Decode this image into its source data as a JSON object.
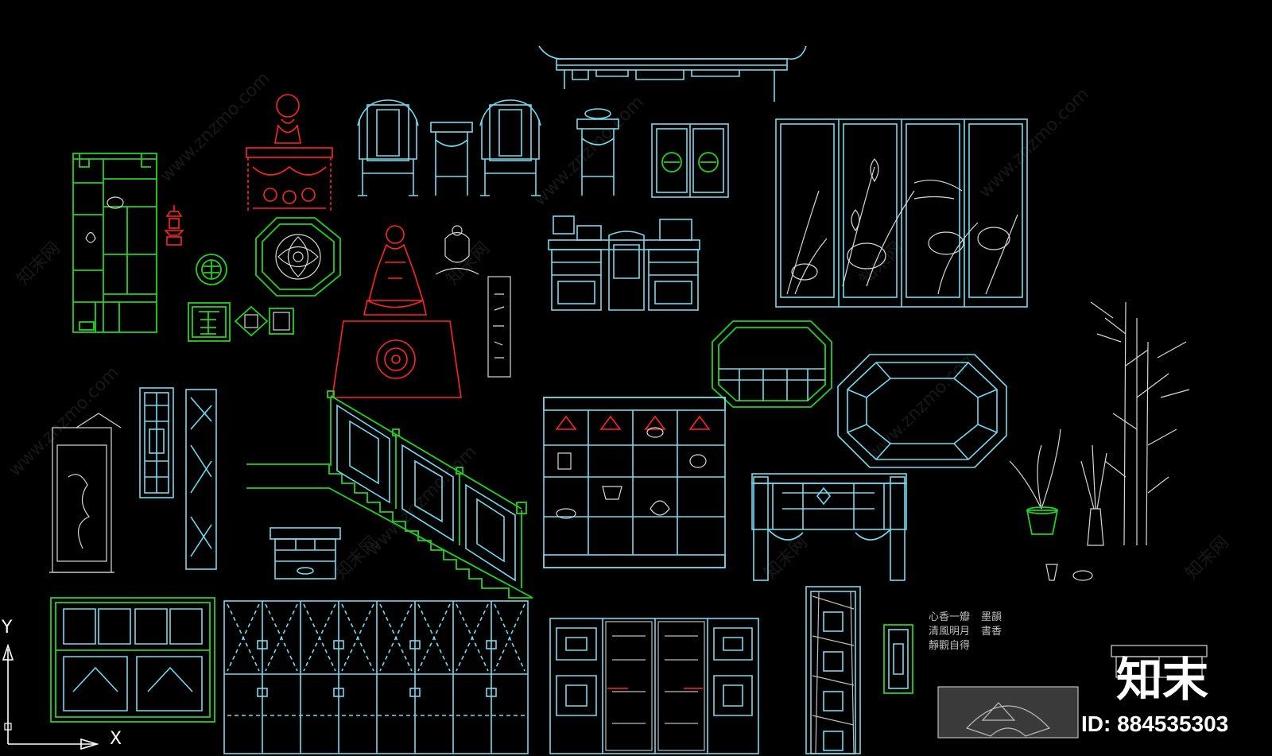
{
  "watermark": {
    "site": "www.znzmo.com",
    "cn": "知末网"
  },
  "logo": {
    "text": "知末"
  },
  "id_label": "ID: 884535303",
  "axes": {
    "x": "X",
    "y": "Y"
  },
  "colors": {
    "background": "#000000",
    "cyan": "#6fdcef",
    "green": "#1fd21f",
    "red": "#ff2424",
    "white": "#d8d8d8"
  }
}
